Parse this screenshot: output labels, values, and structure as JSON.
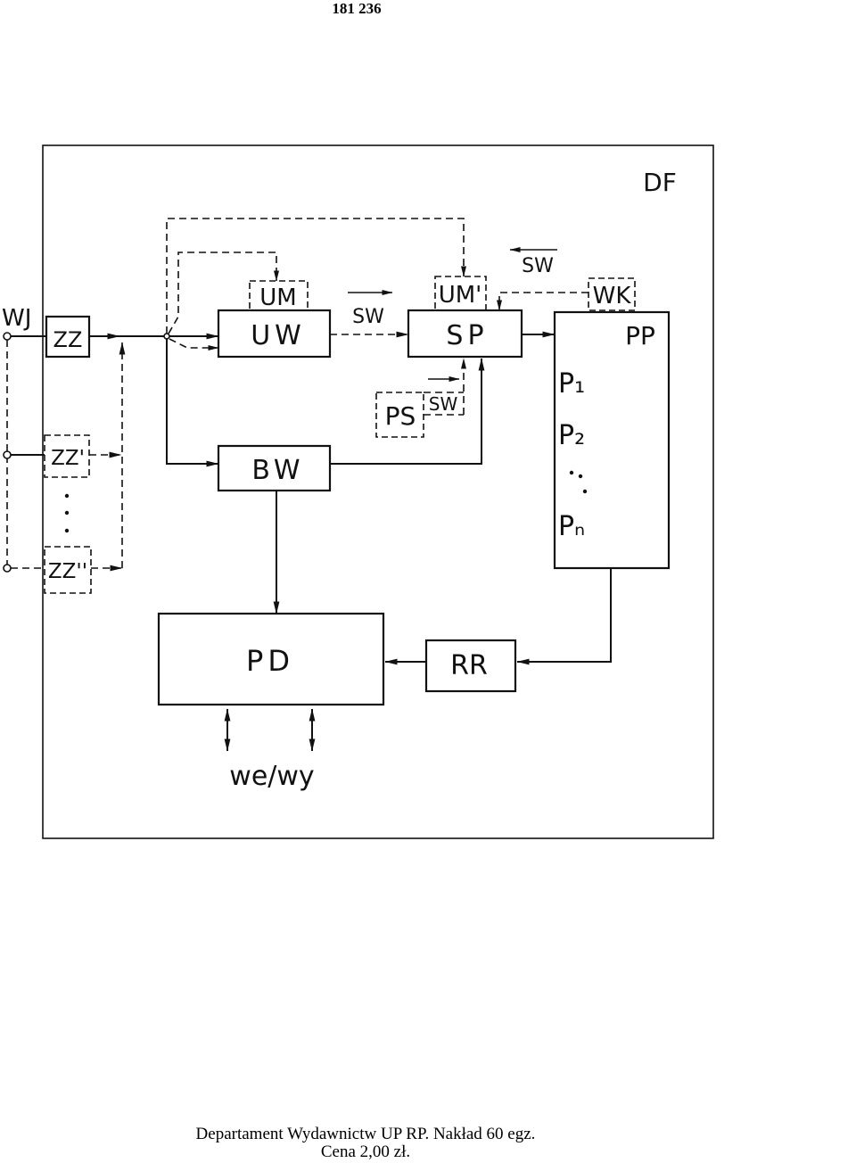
{
  "page_number": "181 236",
  "labels": {
    "df": "DF",
    "wj": "WJ",
    "zz1": "ZZ",
    "zz2": "ZZ'",
    "zz3": "ZZ''",
    "um": "UM",
    "uw": "UW",
    "sw_uw_sp": "SW",
    "um_prime": "UM'",
    "sp": "SP",
    "sw_wk_sp": "SW",
    "wk": "WK",
    "pp": "PP",
    "p1": "P₁",
    "p2": "P₂",
    "pn": "Pₙ",
    "ps": "PS",
    "sw_ps": "SW",
    "bw": "BW",
    "pd": "PD",
    "rr": "RR",
    "we_wy": "we/wy"
  },
  "footer": {
    "line1": "Departament Wydawnictw UP RP. Nakład 60 egz.",
    "line2": "Cena 2,00 zł."
  }
}
